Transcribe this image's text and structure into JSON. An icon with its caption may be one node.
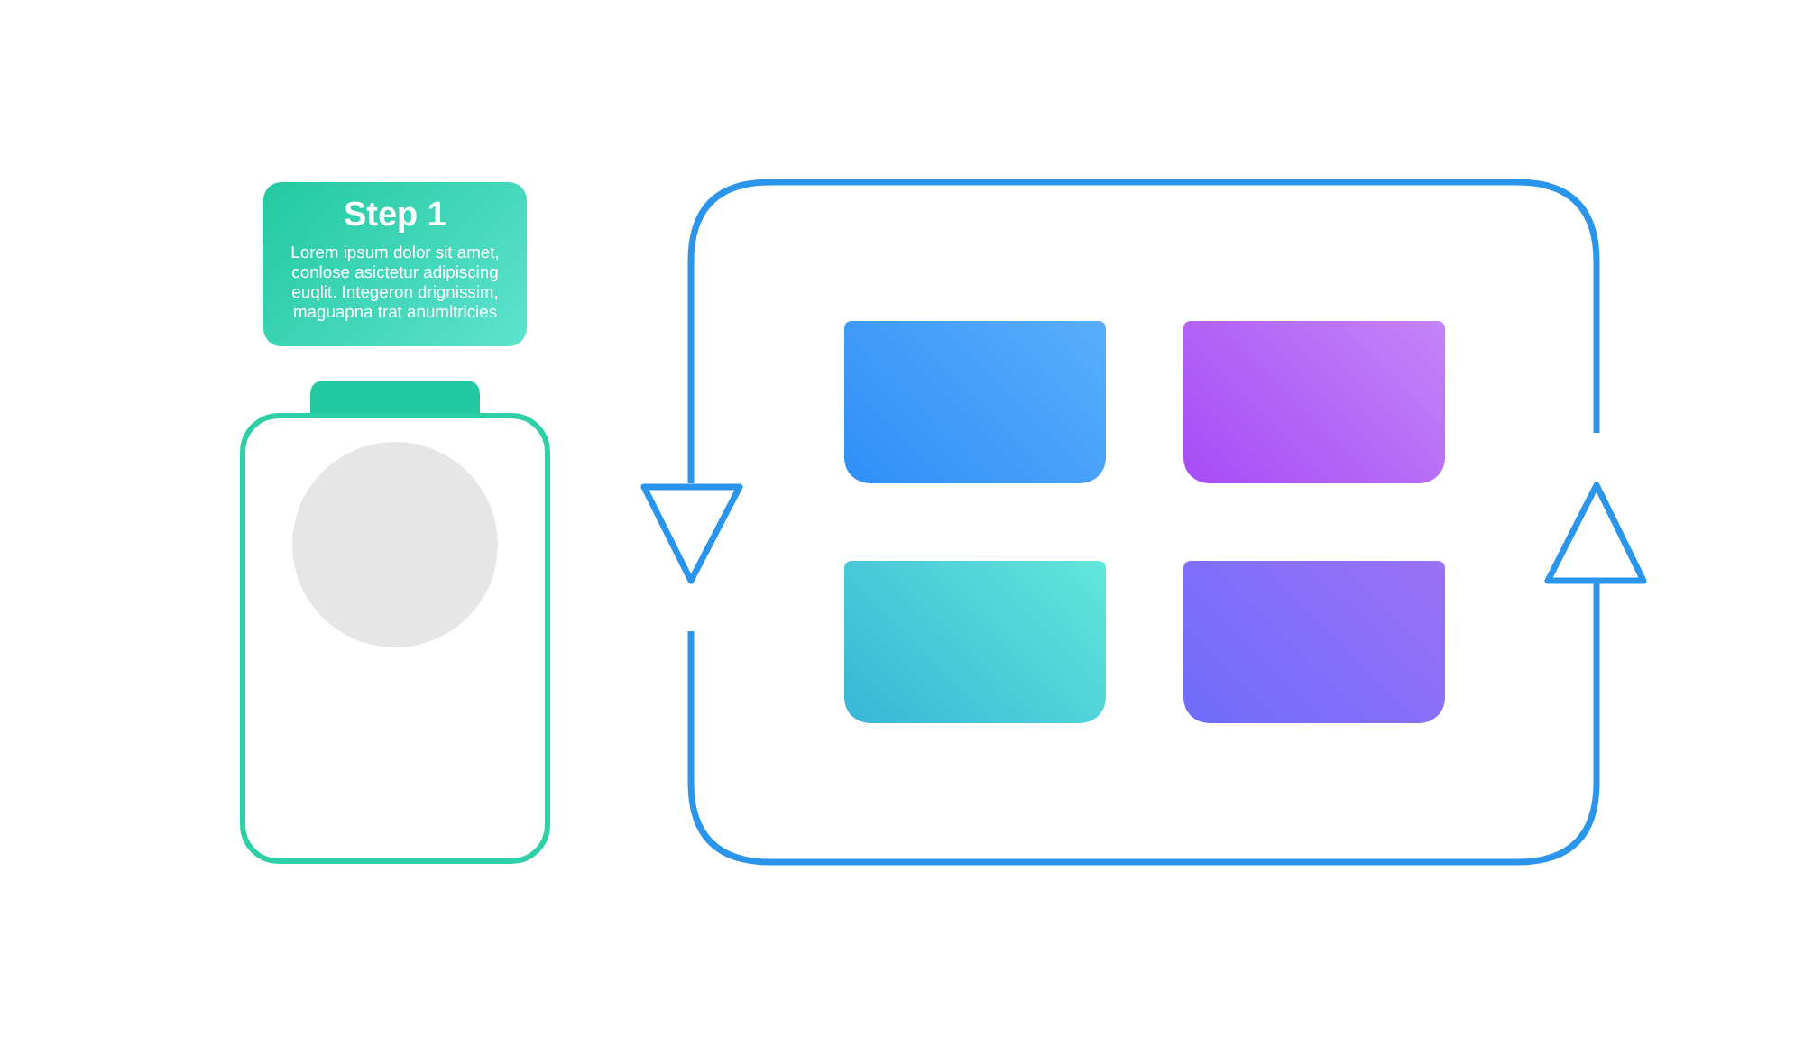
{
  "diagram": {
    "nodes": [
      {
        "text": [
          "Step 1",
          "Lorem ipsum dolor sit amet, conlose asictetur adipiscing euqlit. Integeron drignissim, maguapna trat anumltricies"
        ]
      },
      {
        "text": [],
        "shape": "box"
      },
      {
        "text": [],
        "shape": "circle",
        "in": 1
      },
      {
        "text": [],
        "shape": "box"
      },
      {
        "text": [],
        "shape": "box"
      },
      {
        "text": [],
        "shape": "box"
      },
      {
        "text": [],
        "shape": "box"
      }
    ]
  }
}
